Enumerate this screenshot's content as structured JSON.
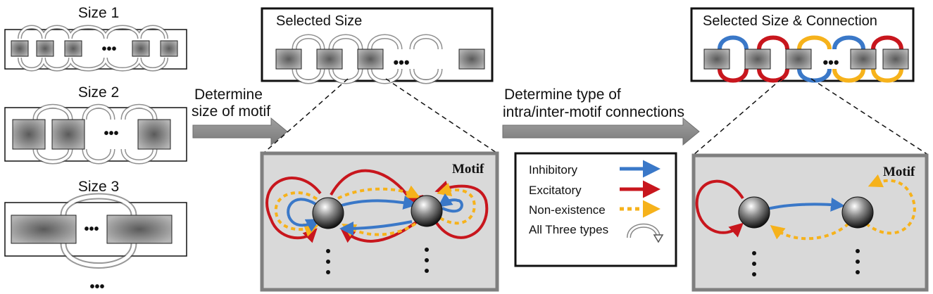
{
  "sizes": {
    "size1": "Size 1",
    "size2": "Size 2",
    "size3": "Size 3",
    "ellipsis": "•••"
  },
  "step1": {
    "line1": "Determine",
    "line2": "size of motif"
  },
  "selected_size": {
    "title": "Selected Size",
    "motif_label": "Motif"
  },
  "step2": {
    "line1": "Determine type of",
    "line2": "intra/inter-motif connections"
  },
  "legend": {
    "items": [
      {
        "label": "Inhibitory",
        "color": "#3a78c8"
      },
      {
        "label": "Excitatory",
        "color": "#c8161d"
      },
      {
        "label": "Non-existence",
        "color": "#f6b21b"
      },
      {
        "label": "All Three types",
        "color": "#555555"
      }
    ]
  },
  "selected_connection": {
    "title": "Selected Size & Connection",
    "motif_label": "Motif"
  },
  "colors": {
    "inhibitory": "#3a78c8",
    "excitatory": "#c8161d",
    "nonexistence": "#f6b21b",
    "panel_bg": "#d9d9d9",
    "panel_border": "#7f7f7f",
    "block_arrow": "#8c8c8c"
  }
}
